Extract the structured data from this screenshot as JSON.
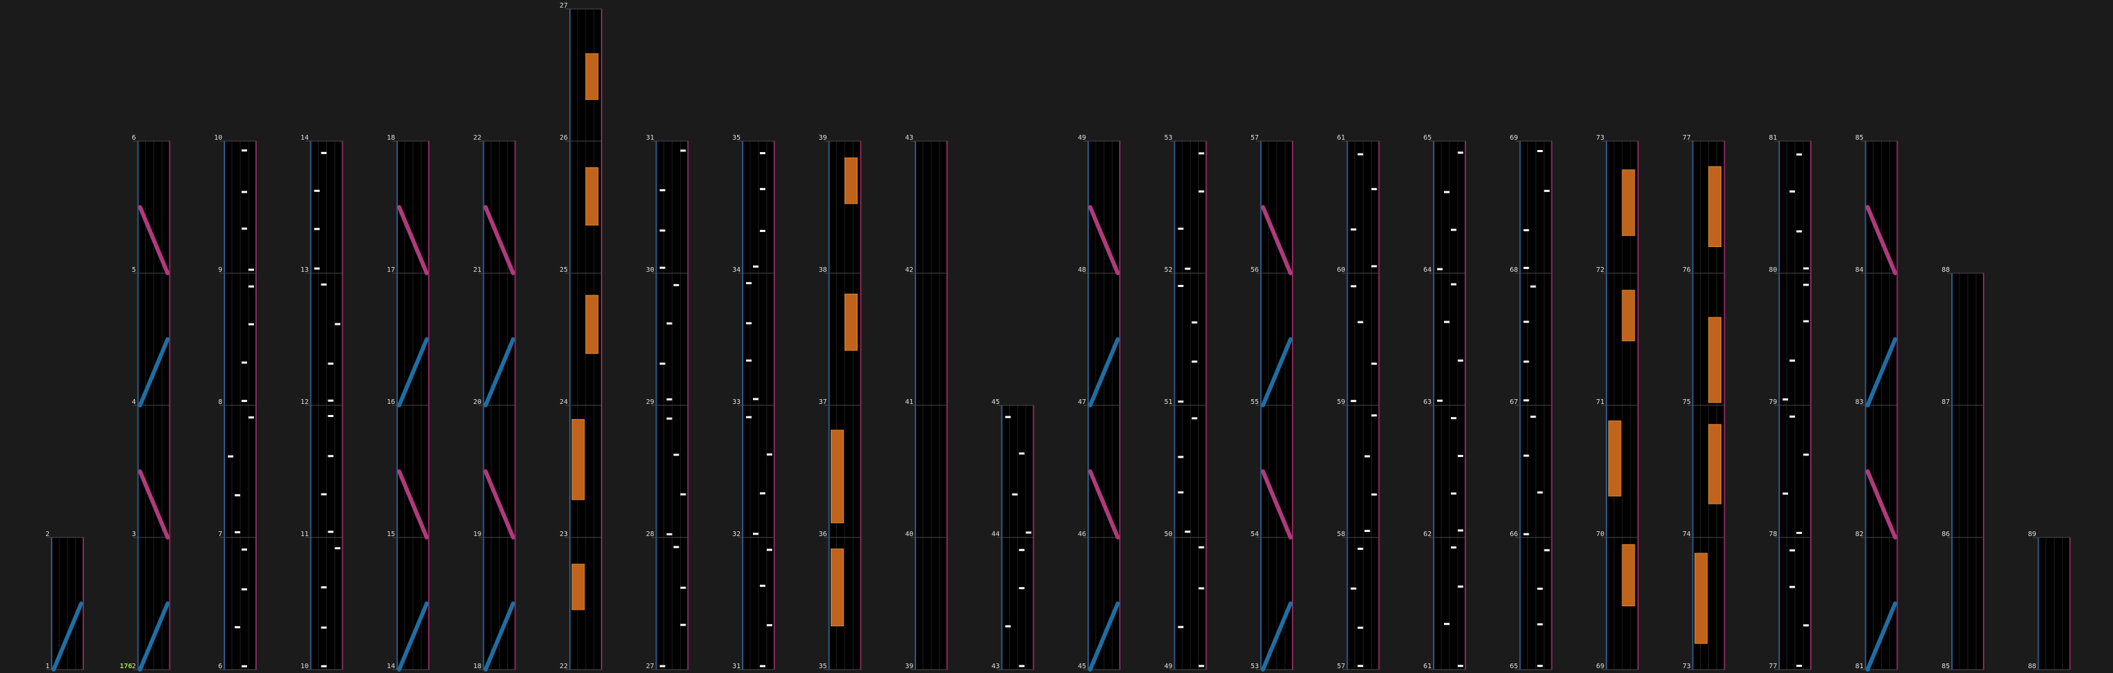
{
  "title": "",
  "colors": {
    "background": "#1b1b1b",
    "lane_bg": "#000000",
    "divider": "#4a4a4a",
    "left_rail": "#2a5a8a",
    "right_rail": "#8a2a5a",
    "tap": "#ffffff",
    "hold": "#c0631c",
    "hold_edge": "#e08a30",
    "slide_blue": "#1f6ea3",
    "slide_pink": "#b03a7c",
    "combo_text": "#9be03a",
    "number_text": "#dddddd"
  },
  "chart_data": {
    "type": "rhythm-chart",
    "combo_label": "176",
    "columns": [
      {
        "measures": [
          1,
          2
        ]
      },
      {
        "measures": [
          2,
          3,
          4,
          5,
          6
        ]
      },
      {
        "measures": [
          6,
          7,
          8,
          9,
          10
        ]
      },
      {
        "measures": [
          10,
          11,
          12,
          13,
          14
        ]
      },
      {
        "measures": [
          14,
          15,
          16,
          17,
          18
        ]
      },
      {
        "measures": [
          18,
          19,
          20,
          21,
          22
        ]
      },
      {
        "measures": [
          22,
          23,
          24,
          25,
          26,
          27
        ]
      },
      {
        "measures": [
          27,
          28,
          29,
          30,
          31
        ]
      },
      {
        "measures": [
          31,
          32,
          33,
          34,
          35
        ]
      },
      {
        "measures": [
          35,
          36,
          37,
          38,
          39
        ]
      },
      {
        "measures": [
          39,
          40,
          41,
          42,
          43
        ]
      },
      {
        "measures": [
          43,
          44,
          45
        ]
      },
      {
        "measures": [
          45,
          46,
          47,
          48,
          49
        ]
      },
      {
        "measures": [
          49,
          50,
          51,
          52,
          53
        ]
      },
      {
        "measures": [
          53,
          54,
          55,
          56,
          57
        ]
      },
      {
        "measures": [
          57,
          58,
          59,
          60,
          61
        ]
      },
      {
        "measures": [
          61,
          62,
          63,
          64,
          65
        ]
      },
      {
        "measures": [
          65,
          66,
          67,
          68,
          69
        ]
      },
      {
        "measures": [
          69,
          70,
          71,
          72,
          73
        ]
      },
      {
        "measures": [
          73,
          74,
          75,
          76,
          77
        ]
      },
      {
        "measures": [
          77,
          78,
          79,
          80,
          81
        ]
      },
      {
        "measures": [
          81,
          82,
          83,
          84,
          85
        ]
      },
      {
        "measures": [
          85,
          86,
          87,
          88
        ]
      },
      {
        "measures": [
          88,
          89
        ]
      }
    ],
    "note_types": [
      "tap",
      "hold",
      "slide-left",
      "slide-right"
    ]
  }
}
